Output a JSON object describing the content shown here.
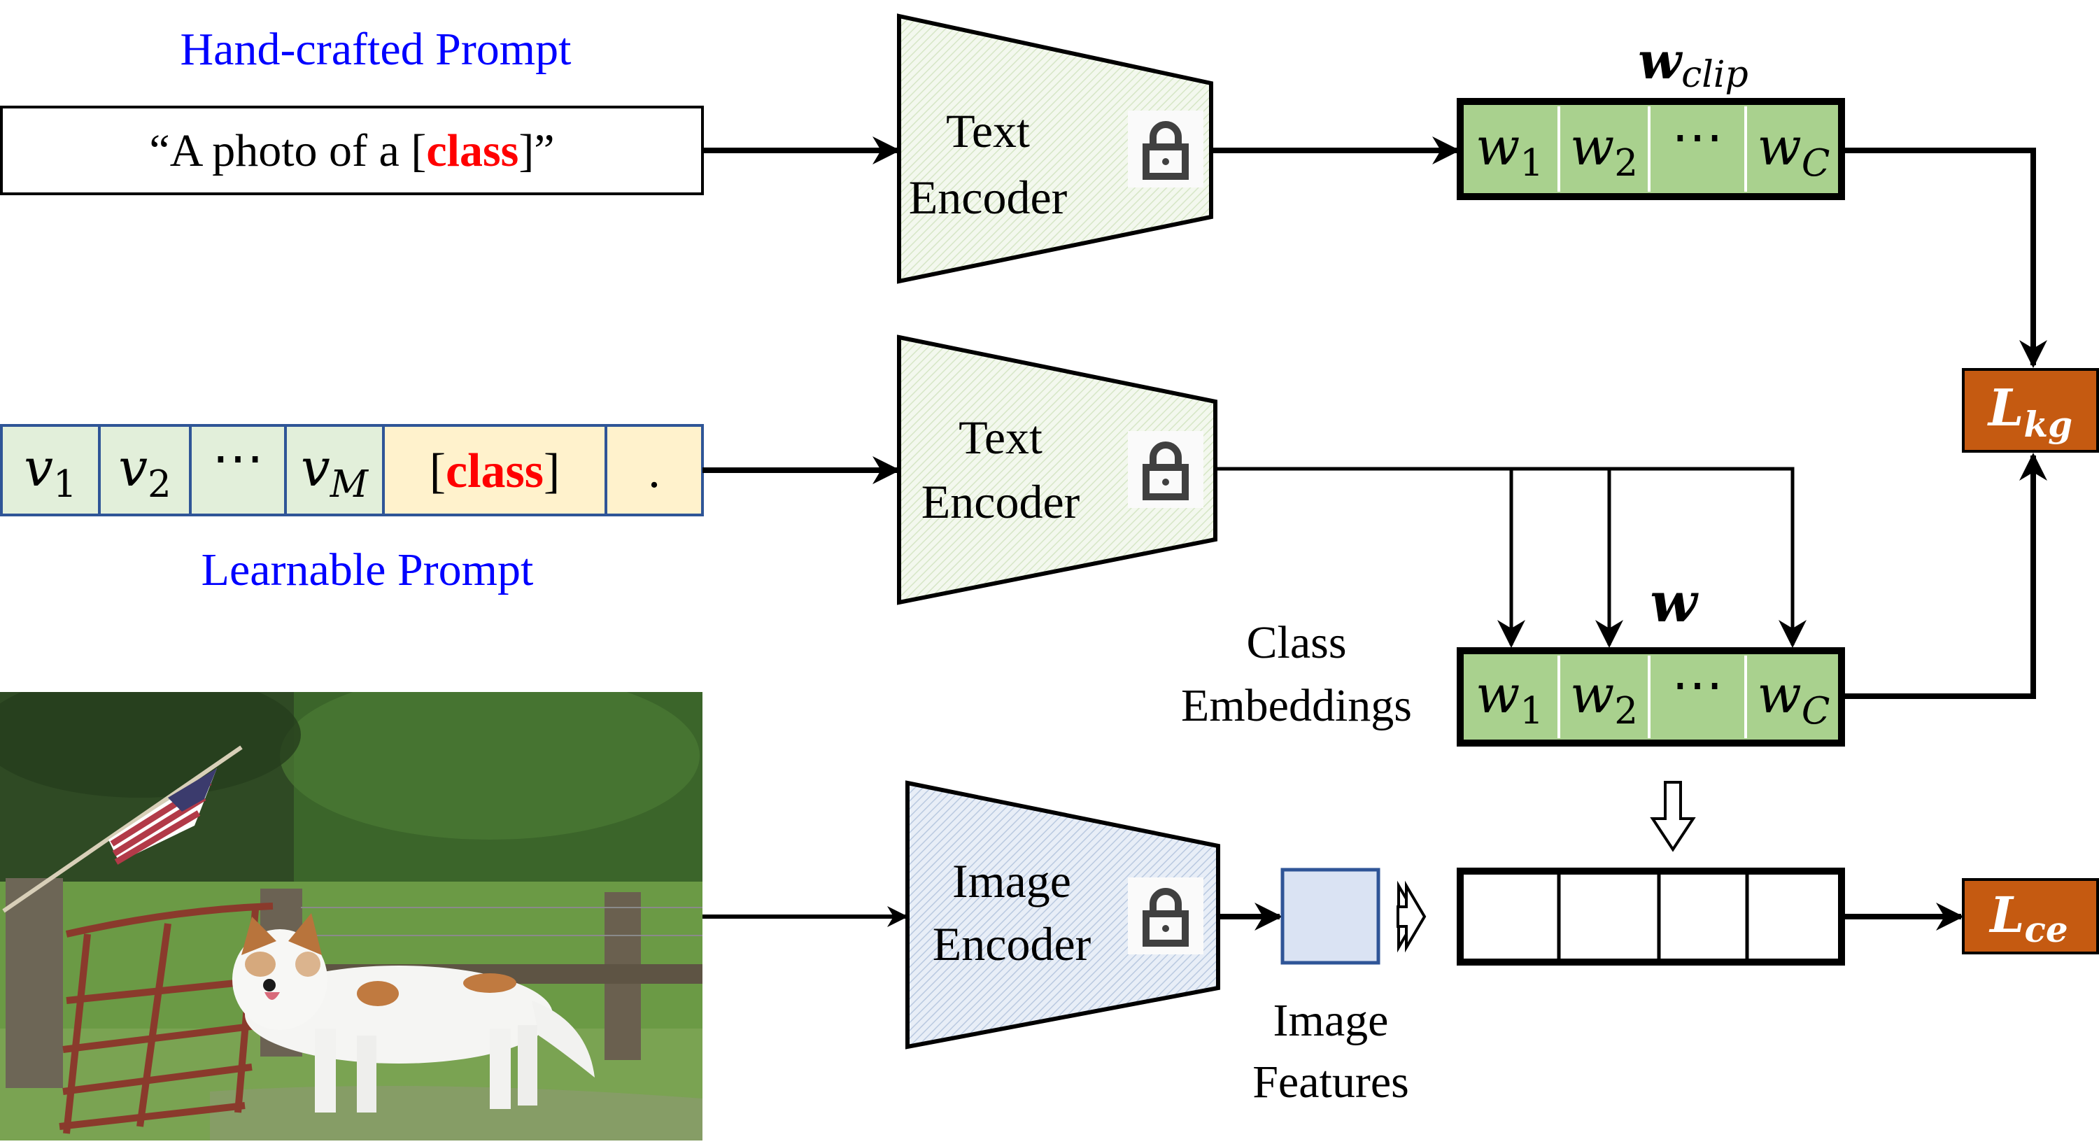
{
  "hand_crafted": {
    "label": "Hand-crafted Prompt",
    "prompt_open": "“A photo of a [",
    "prompt_class": "class",
    "prompt_close": "]”"
  },
  "learnable": {
    "label": "Learnable Prompt",
    "tokens": [
      {
        "base": "v",
        "sub": "1"
      },
      {
        "base": "v",
        "sub": "2"
      },
      {
        "base": "⋯",
        "sub": ""
      },
      {
        "base": "v",
        "sub": "M"
      }
    ],
    "class_open": "[",
    "class_word": "class",
    "class_close": "]",
    "period": "."
  },
  "encoders": {
    "text_top": {
      "line1": "Text",
      "line2": "Encoder",
      "icon": "lock-icon"
    },
    "text_mid": {
      "line1": "Text",
      "line2": "Encoder",
      "icon": "lock-icon"
    },
    "image": {
      "line1": "Image",
      "line2": "Encoder",
      "icon": "lock-icon"
    }
  },
  "wclip": {
    "title_base": "w",
    "title_sub": "clip",
    "cells": [
      {
        "base": "w",
        "sub": "1"
      },
      {
        "base": "w",
        "sub": "2"
      },
      {
        "base": "⋯",
        "sub": ""
      },
      {
        "base": "w",
        "sub": "C"
      }
    ]
  },
  "w": {
    "title": "w",
    "side_label_line1": "Class",
    "side_label_line2": "Embeddings",
    "cells": [
      {
        "base": "w",
        "sub": "1"
      },
      {
        "base": "w",
        "sub": "2"
      },
      {
        "base": "⋯",
        "sub": ""
      },
      {
        "base": "w",
        "sub": "C"
      }
    ]
  },
  "image_features": {
    "line1": "Image",
    "line2": "Features"
  },
  "losses": {
    "kg": {
      "base": "L",
      "sub": "kg"
    },
    "ce": {
      "base": "L",
      "sub": "ce"
    }
  },
  "photo": {
    "description": "white dog standing by red farm gate with American flag"
  },
  "colors": {
    "label_blue": "#0000ff",
    "class_red": "#ff0000",
    "embed_green": "#a9d18e",
    "token_green": "#e2efda",
    "token_yellow": "#fff2cc",
    "token_border": "#2f5597",
    "loss_orange": "#c55a11",
    "feature_blue": "#dae3f3",
    "encoder_green": "#eef4e6",
    "encoder_blue": "#dee7f2",
    "lock_gray": "#404040"
  }
}
